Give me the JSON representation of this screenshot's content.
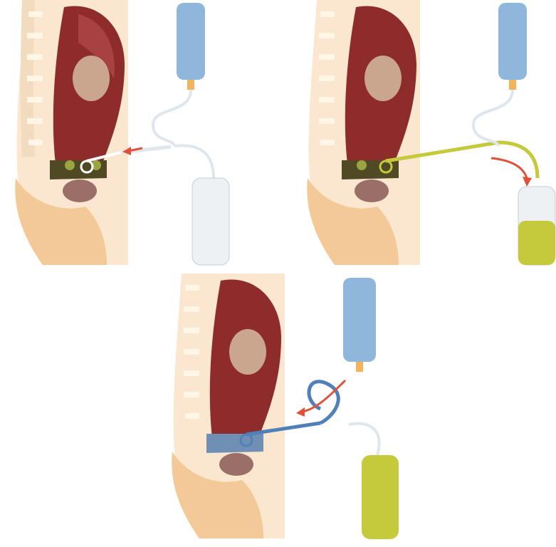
{
  "figure": {
    "panels": [
      {
        "step": "drain-initial",
        "drainage_bag": "empty",
        "fluid_in_abdomen": "yellow-green",
        "arrow": "toward-abdomen"
      },
      {
        "step": "drain-out",
        "drainage_bag": "filling",
        "fluid_in_abdomen": "yellow-green",
        "arrow": "toward-drainage-bag"
      },
      {
        "step": "fill-in",
        "drainage_bag": "full",
        "fluid_in_abdomen": "blue",
        "arrow": "from-solution-bag-to-abdomen"
      }
    ],
    "colors": {
      "skin": "#f4c998",
      "torso_pale": "#fbe6cf",
      "organ": "#8e2b2b",
      "fresh_dialysate": "#8fb7db",
      "used_dialysate": "#c5c93c",
      "arrow": "#e2503a"
    },
    "icons": [
      "dialysis-solution-bag",
      "drainage-bag",
      "catheter-coil",
      "flow-arrow"
    ]
  }
}
